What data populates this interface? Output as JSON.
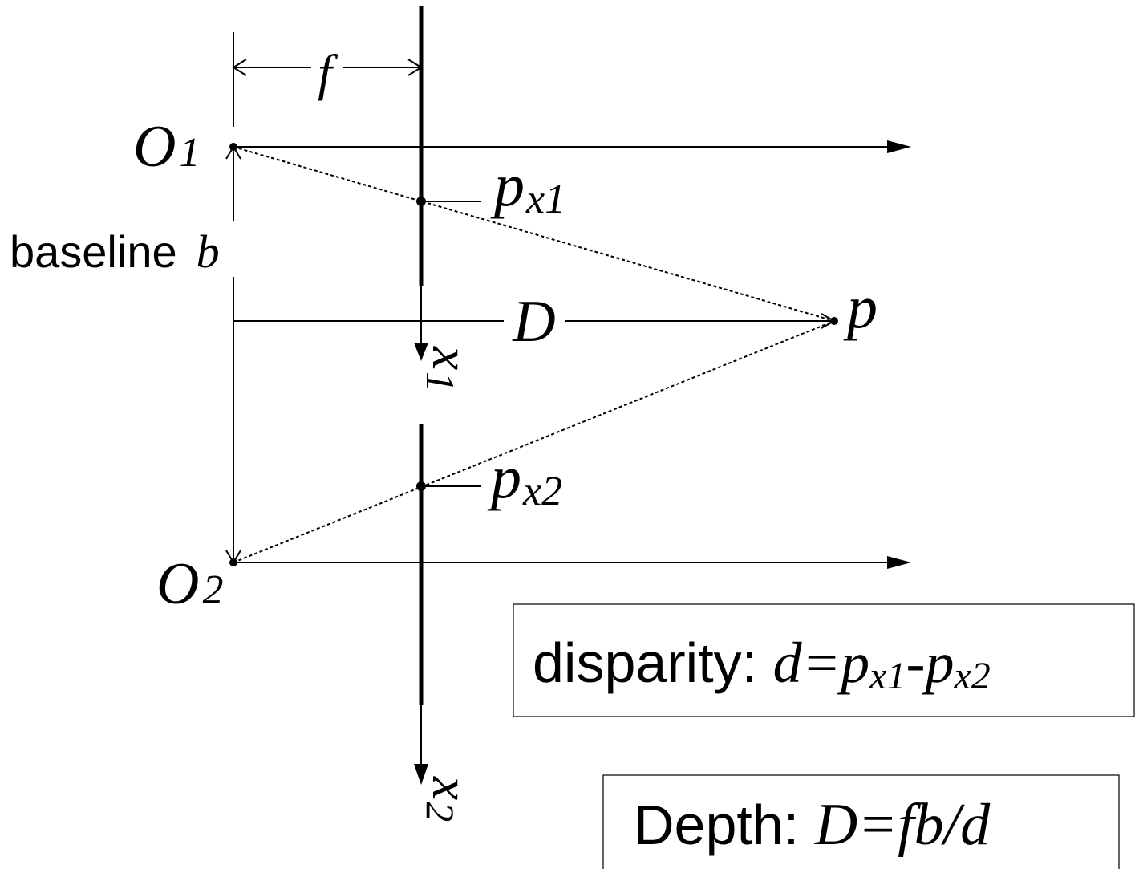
{
  "labels": {
    "focal_length": "f",
    "camera1": {
      "main": "O",
      "sub": "1"
    },
    "camera2": {
      "main": "O",
      "sub": "2"
    },
    "baseline_word": "baseline",
    "baseline_symbol": "b",
    "depth_symbol": "D",
    "point": "p",
    "proj1": {
      "main": "p",
      "sub": "x1"
    },
    "proj2": {
      "main": "p",
      "sub": "x2"
    },
    "axis1": {
      "main": "x",
      "sub": "1"
    },
    "axis2": {
      "main": "x",
      "sub": "2"
    }
  },
  "boxes": {
    "disparity": {
      "label": "disparity: ",
      "lhs": "d",
      "eq": "=",
      "t1": "p",
      "t1_sub": "x1",
      "minus": "-",
      "t2": "p",
      "t2_sub": "x2"
    },
    "depth": {
      "label": "Depth: ",
      "formula": "D=fb/d"
    }
  },
  "colors": {
    "ink": "#000000",
    "background": "#ffffff"
  }
}
